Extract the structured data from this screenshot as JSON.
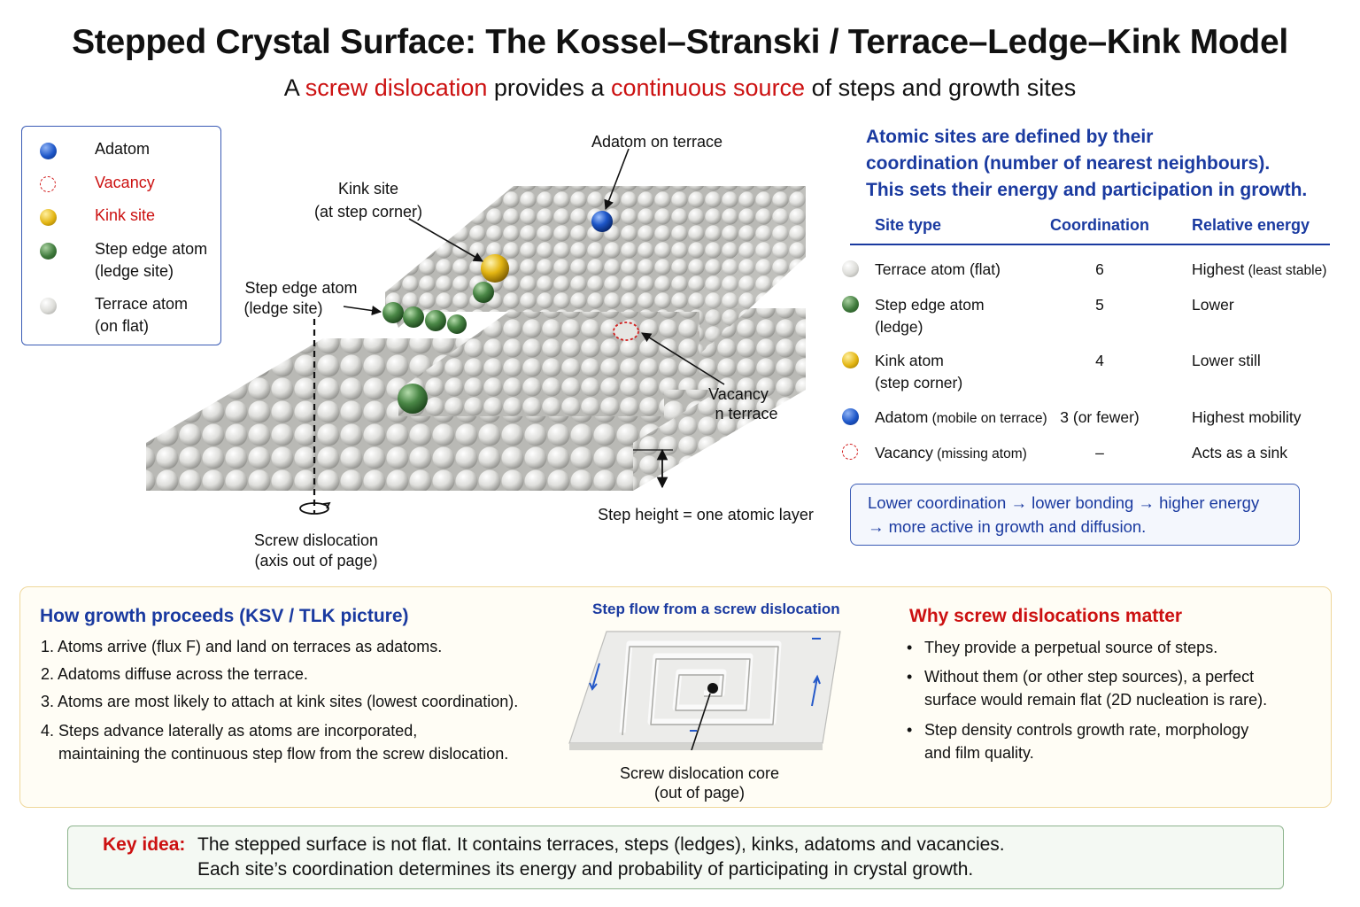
{
  "title": "Stepped Crystal Surface: The Kossel–Stranski / Terrace–Ledge–Kink Model",
  "subtitle": {
    "p1": "A ",
    "p2": "screw dislocation",
    "p3": " provides a ",
    "p4": "continuous source",
    "p5": " of steps and growth sites"
  },
  "colors": {
    "adatom": "#1d56c8",
    "kink": "#e3b512",
    "step_edge": "#3f7a3c",
    "terrace": "#e2e2de",
    "vacancy": "#d21f1f",
    "accent_blue": "#1a3aa0",
    "accent_red": "#cc1111"
  },
  "legend": [
    {
      "icon": "adatom-icon",
      "l1": "Adatom",
      "l2": ""
    },
    {
      "icon": "vacancy-icon",
      "l1": "Vacancy",
      "l2": ""
    },
    {
      "icon": "kink-icon",
      "l1": "Kink site",
      "l2": ""
    },
    {
      "icon": "step-edge-icon",
      "l1": "Step edge atom",
      "l2": "(ledge site)"
    },
    {
      "icon": "terrace-atom-icon",
      "l1": "Terrace atom",
      "l2": "(on flat)"
    }
  ],
  "diagram": {
    "adatom_label": "Adatom on terrace",
    "kink_label_1": "Kink site",
    "kink_label_2": "(at step corner)",
    "step_label_1": "Step edge atom",
    "step_label_2": "(ledge site)",
    "vacancy_label_1": "Vacancy",
    "vacancy_label_2": "n terrace",
    "screw_label_1": "Screw dislocation",
    "screw_label_2": "(axis out of page)",
    "step_height_label": "Step height = one atomic layer"
  },
  "intro": [
    "Atomic sites are defined by their",
    "coordination (number of nearest neighbours).",
    "This sets their energy and participation in growth."
  ],
  "table": {
    "headers": [
      "Site type",
      "Coordination",
      "Relative energy"
    ],
    "rows": [
      {
        "icon": "terrace-atom-icon",
        "name": "Terrace atom (flat)",
        "name_small": "",
        "name2": "",
        "coord": "6",
        "energy": "Highest",
        "energy_small": " (least stable)"
      },
      {
        "icon": "step-edge-icon",
        "name": "Step edge atom",
        "name_small": "",
        "name2": "(ledge)",
        "coord": "5",
        "energy": "Lower",
        "energy_small": ""
      },
      {
        "icon": "kink-icon",
        "name": "Kink atom",
        "name_small": "",
        "name2": "(step corner)",
        "coord": "4",
        "energy": "Lower still",
        "energy_small": ""
      },
      {
        "icon": "adatom-icon",
        "name": "Adatom",
        "name_small": " (mobile on terrace)",
        "name2": "",
        "coord": "3 (or fewer)",
        "energy": "Highest mobility",
        "energy_small": ""
      },
      {
        "icon": "vacancy-icon",
        "name": "Vacancy",
        "name_small": " (missing atom)",
        "name2": "",
        "coord": "–",
        "energy": "Acts as a sink",
        "energy_small": ""
      }
    ]
  },
  "callout": [
    "Lower coordination → lower bonding → higher energy",
    "→ more active in growth and diffusion."
  ],
  "growth": {
    "heading": "How growth proceeds (KSV / TLK picture)",
    "steps": [
      "1. Atoms arrive (flux F) and land on terraces as adatoms.",
      "2. Adatoms diffuse across the terrace.",
      "3. Atoms are most likely to attach at kink sites (lowest coordination).",
      "4. Steps advance laterally as atoms are incorporated,",
      "maintaining the continuous step flow from the screw dislocation."
    ]
  },
  "spiral": {
    "heading": "Step flow from a screw dislocation",
    "core_label_1": "Screw dislocation core",
    "core_label_2": "(out of page)"
  },
  "why": {
    "heading": "Why screw dislocations matter",
    "bullets": [
      {
        "l1": "They provide a perpetual source of steps.",
        "l2": ""
      },
      {
        "l1": "Without them (or other step sources), a perfect",
        "l2": "surface would remain flat (2D nucleation is rare)."
      },
      {
        "l1": "Step density controls growth rate, morphology",
        "l2": "and film quality."
      }
    ]
  },
  "key_idea": {
    "label": "Key idea:",
    "line1": "The stepped surface is not flat. It contains terraces, steps (ledges), kinks, adatoms and vacancies.",
    "line2": "Each site’s coordination determines its energy and probability of participating in crystal growth."
  }
}
